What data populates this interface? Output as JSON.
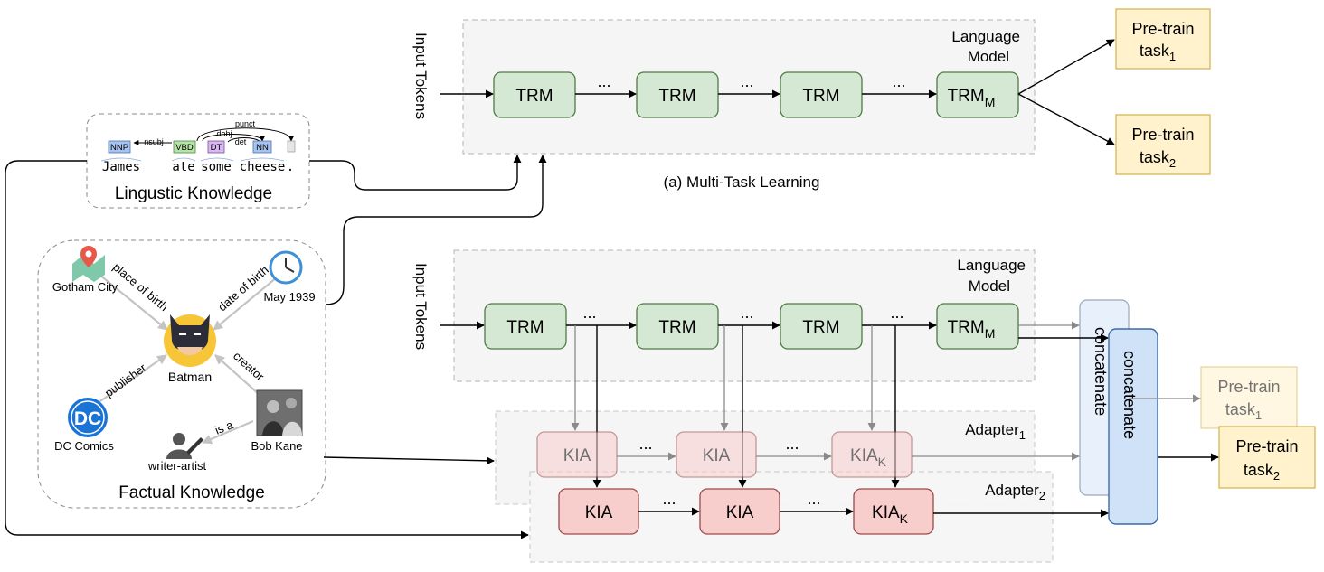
{
  "colors": {
    "trm_fill": "#d5e8d4",
    "trm_stroke": "#4f7a44",
    "kia_fill": "#f8cecc",
    "kia_stroke": "#9c4a4a",
    "task_fill": "#fff2cc",
    "task_stroke": "#d6b656",
    "concat1_fill": "#e8f1fb",
    "concat2_fill": "#cfe2f8",
    "concat_stroke": "#3a6ca8",
    "panel_fill": "#f5f5f5",
    "panel_stroke": "#b3b3b3",
    "pos_nnp": "#a8c3f0",
    "pos_vbd": "#b6e3a8",
    "pos_dt": "#d9b8f2",
    "pos_nn": "#a8c3f0"
  },
  "top": {
    "input_label": "Input Tokens",
    "lm_label_1": "Language",
    "lm_label_2": "Model",
    "trm": "TRM",
    "trm_m": "TRM",
    "trm_m_sub": "M",
    "dots": "...",
    "task1": "Pre-train",
    "task1_b": "task",
    "task1_sub": "1",
    "task2": "Pre-train",
    "task2_b": "task",
    "task2_sub": "2",
    "caption": "(a) Multi-Task Learning"
  },
  "bottom": {
    "input_label": "Input Tokens",
    "lm_label_1": "Language",
    "lm_label_2": "Model",
    "trm": "TRM",
    "trm_m": "TRM",
    "trm_m_sub": "M",
    "dots": "...",
    "adapter1": "Adapter",
    "adapter1_sub": "1",
    "adapter2": "Adapter",
    "adapter2_sub": "2",
    "kia": "KIA",
    "kia_k": "KIA",
    "kia_k_sub": "K",
    "concat": "concatenate",
    "task1": "Pre-train",
    "task1_b": "task",
    "task1_sub": "1",
    "task2": "Pre-train",
    "task2_b": "task",
    "task2_sub": "2"
  },
  "linguistic": {
    "title": "Lingustic Knowledge",
    "words": [
      "James",
      "ate",
      "some",
      "cheese",
      "."
    ],
    "tags": [
      "NNP",
      "VBD",
      "DT",
      "NN"
    ],
    "arcs": [
      "nsubj",
      "dobj",
      "det",
      "punct"
    ]
  },
  "factual": {
    "title": "Factual Knowledge",
    "center": "Batman",
    "nodes": [
      "Gotham City",
      "May 1939",
      "DC Comics",
      "Bob Kane",
      "writer-artist"
    ],
    "edges": [
      "place of birth",
      "date of birth",
      "publisher",
      "creator",
      "is a"
    ],
    "dc_logo": "DC",
    "icons": [
      "map-pin-icon",
      "clock-icon",
      "batman-icon",
      "dc-logo-icon",
      "photo-icon",
      "writer-icon"
    ]
  }
}
